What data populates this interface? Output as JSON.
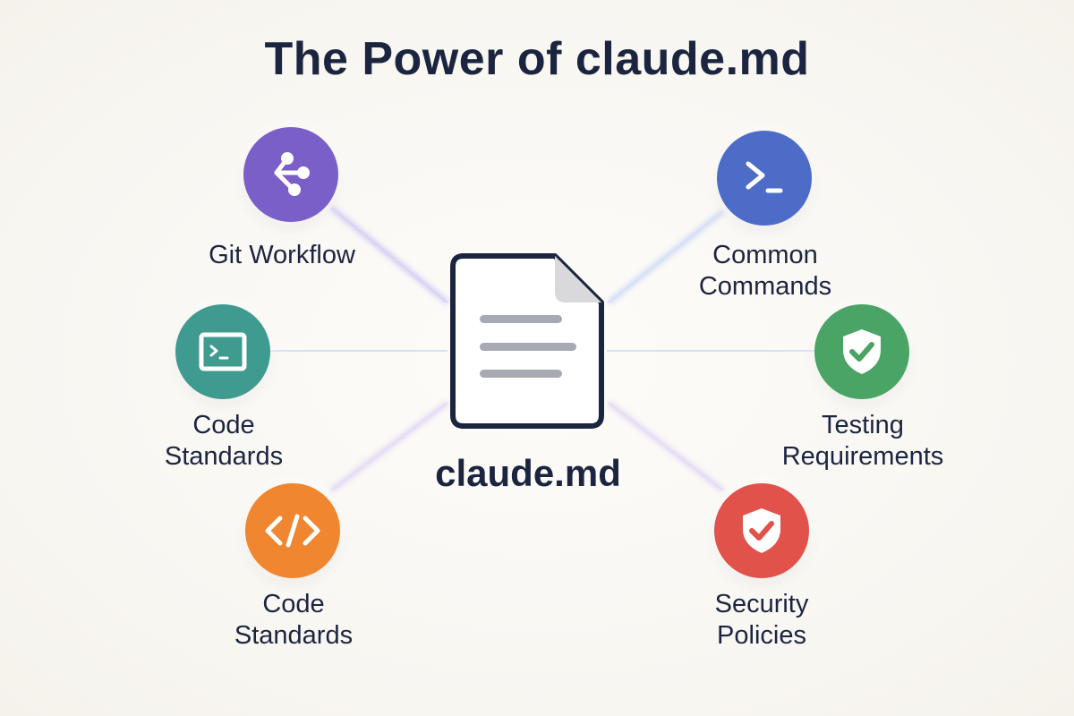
{
  "title": "The Power of claude.md",
  "center": {
    "label": "claude.md",
    "icon": "document-icon"
  },
  "nodes": [
    {
      "id": "git-workflow",
      "label": "Git Workflow",
      "icon": "git-branch-icon",
      "color": "#7b5fc9"
    },
    {
      "id": "code-standards-terminal",
      "label": "Code\nStandards",
      "icon": "terminal-window-icon",
      "color": "#3f9a8f"
    },
    {
      "id": "code-standards-code",
      "label": "Code\nStandards",
      "icon": "code-brackets-icon",
      "color": "#f0862f"
    },
    {
      "id": "common-commands",
      "label": "Common\nCommands",
      "icon": "terminal-prompt-icon",
      "color": "#4c6cc8"
    },
    {
      "id": "testing-requirements",
      "label": "Testing\nRequirements",
      "icon": "shield-check-icon",
      "color": "#4aa466"
    },
    {
      "id": "security-policies",
      "label": "Security\nPolicies",
      "icon": "shield-check-icon",
      "color": "#e0524a"
    }
  ]
}
